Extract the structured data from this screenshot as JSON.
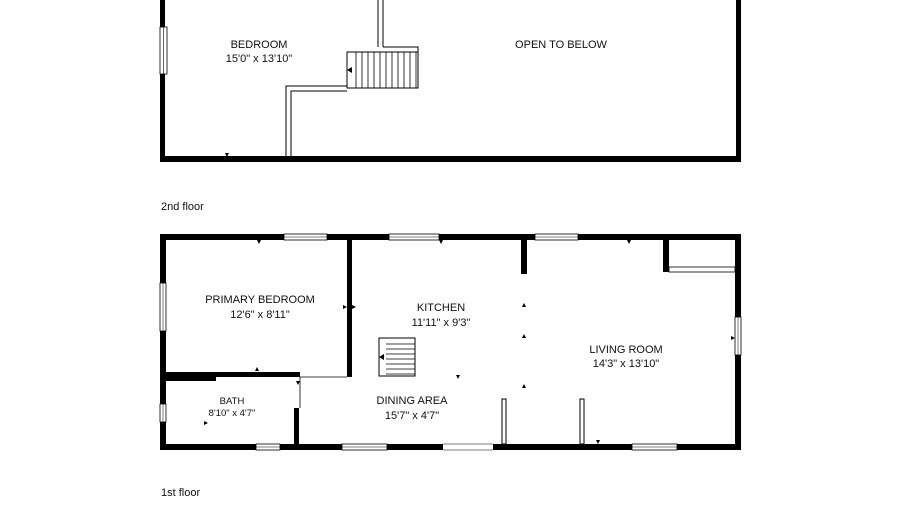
{
  "floors": [
    {
      "caption": "2nd floor",
      "rooms": [
        {
          "name": "BEDROOM",
          "dims": "15'0\" x 13'10\""
        },
        {
          "name": "OPEN TO BELOW",
          "dims": ""
        }
      ]
    },
    {
      "caption": "1st floor",
      "rooms": [
        {
          "name": "PRIMARY BEDROOM",
          "dims": "12'6\" x 8'11\""
        },
        {
          "name": "KITCHEN",
          "dims": "11'11\" x 9'3\""
        },
        {
          "name": "LIVING ROOM",
          "dims": "14'3\" x 13'10\""
        },
        {
          "name": "BATH",
          "dims": "8'10\" x 4'7\""
        },
        {
          "name": "DINING AREA",
          "dims": "15'7\" x 4'7\""
        }
      ]
    }
  ]
}
